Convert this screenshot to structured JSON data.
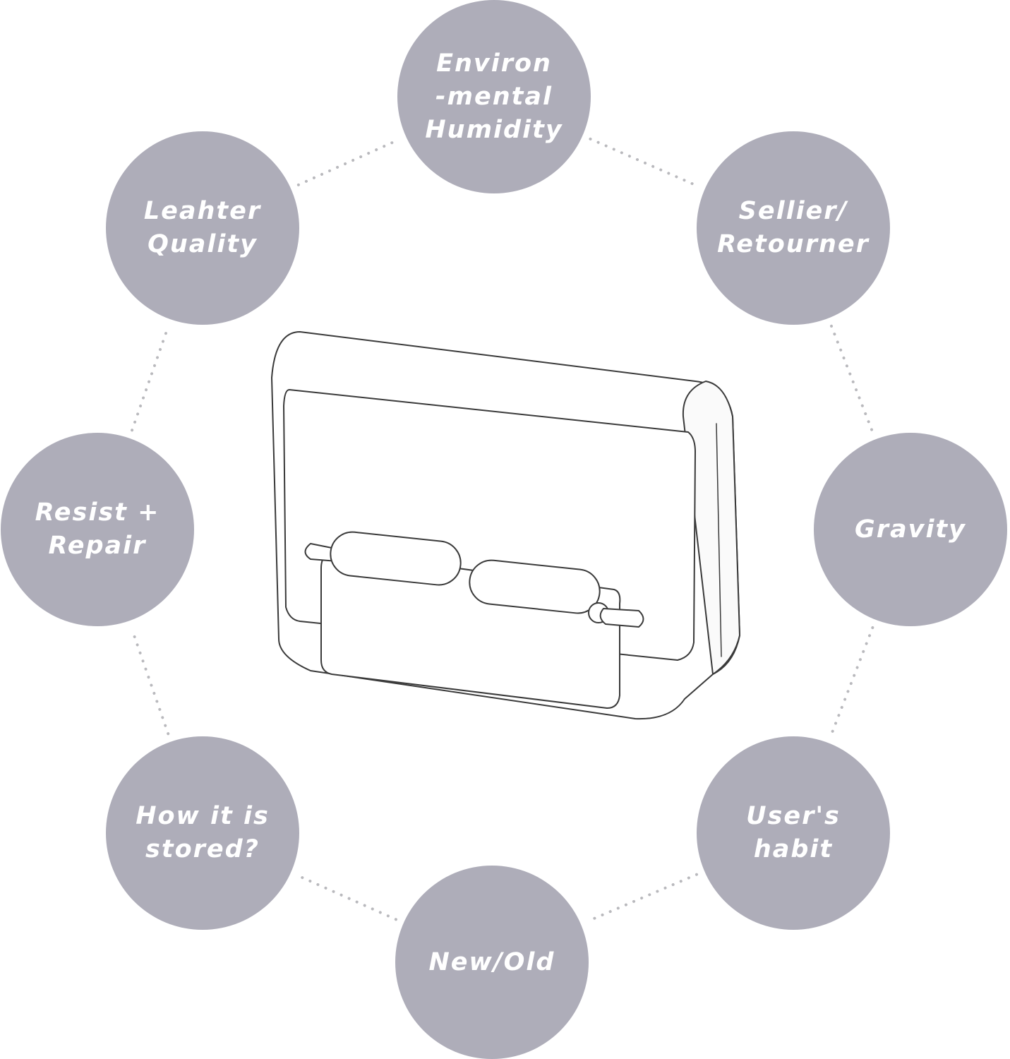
{
  "colors": {
    "node_fill": "#aeadb9",
    "label_text": "#ffffff",
    "connector": "#b9b9bd",
    "product_outline": "#3a3a3a",
    "product_fill": "#ffffff"
  },
  "center": {
    "icon": "bag-insert-organizer-icon"
  },
  "nodes": [
    {
      "id": "environmental-humidity",
      "label": "Environ\n-mental\nHumidity"
    },
    {
      "id": "seller-retourner",
      "label": "Sellier/\nRetourner"
    },
    {
      "id": "gravity",
      "label": "Gravity"
    },
    {
      "id": "users-habit",
      "label": "User's\nhabit"
    },
    {
      "id": "new-old",
      "label": "New/Old"
    },
    {
      "id": "how-it-is-stored",
      "label": "How it is\nstored?"
    },
    {
      "id": "resist-repair",
      "label": "Resist +\nRepair"
    },
    {
      "id": "leather-quality",
      "label": "Leahter\nQuality"
    }
  ]
}
